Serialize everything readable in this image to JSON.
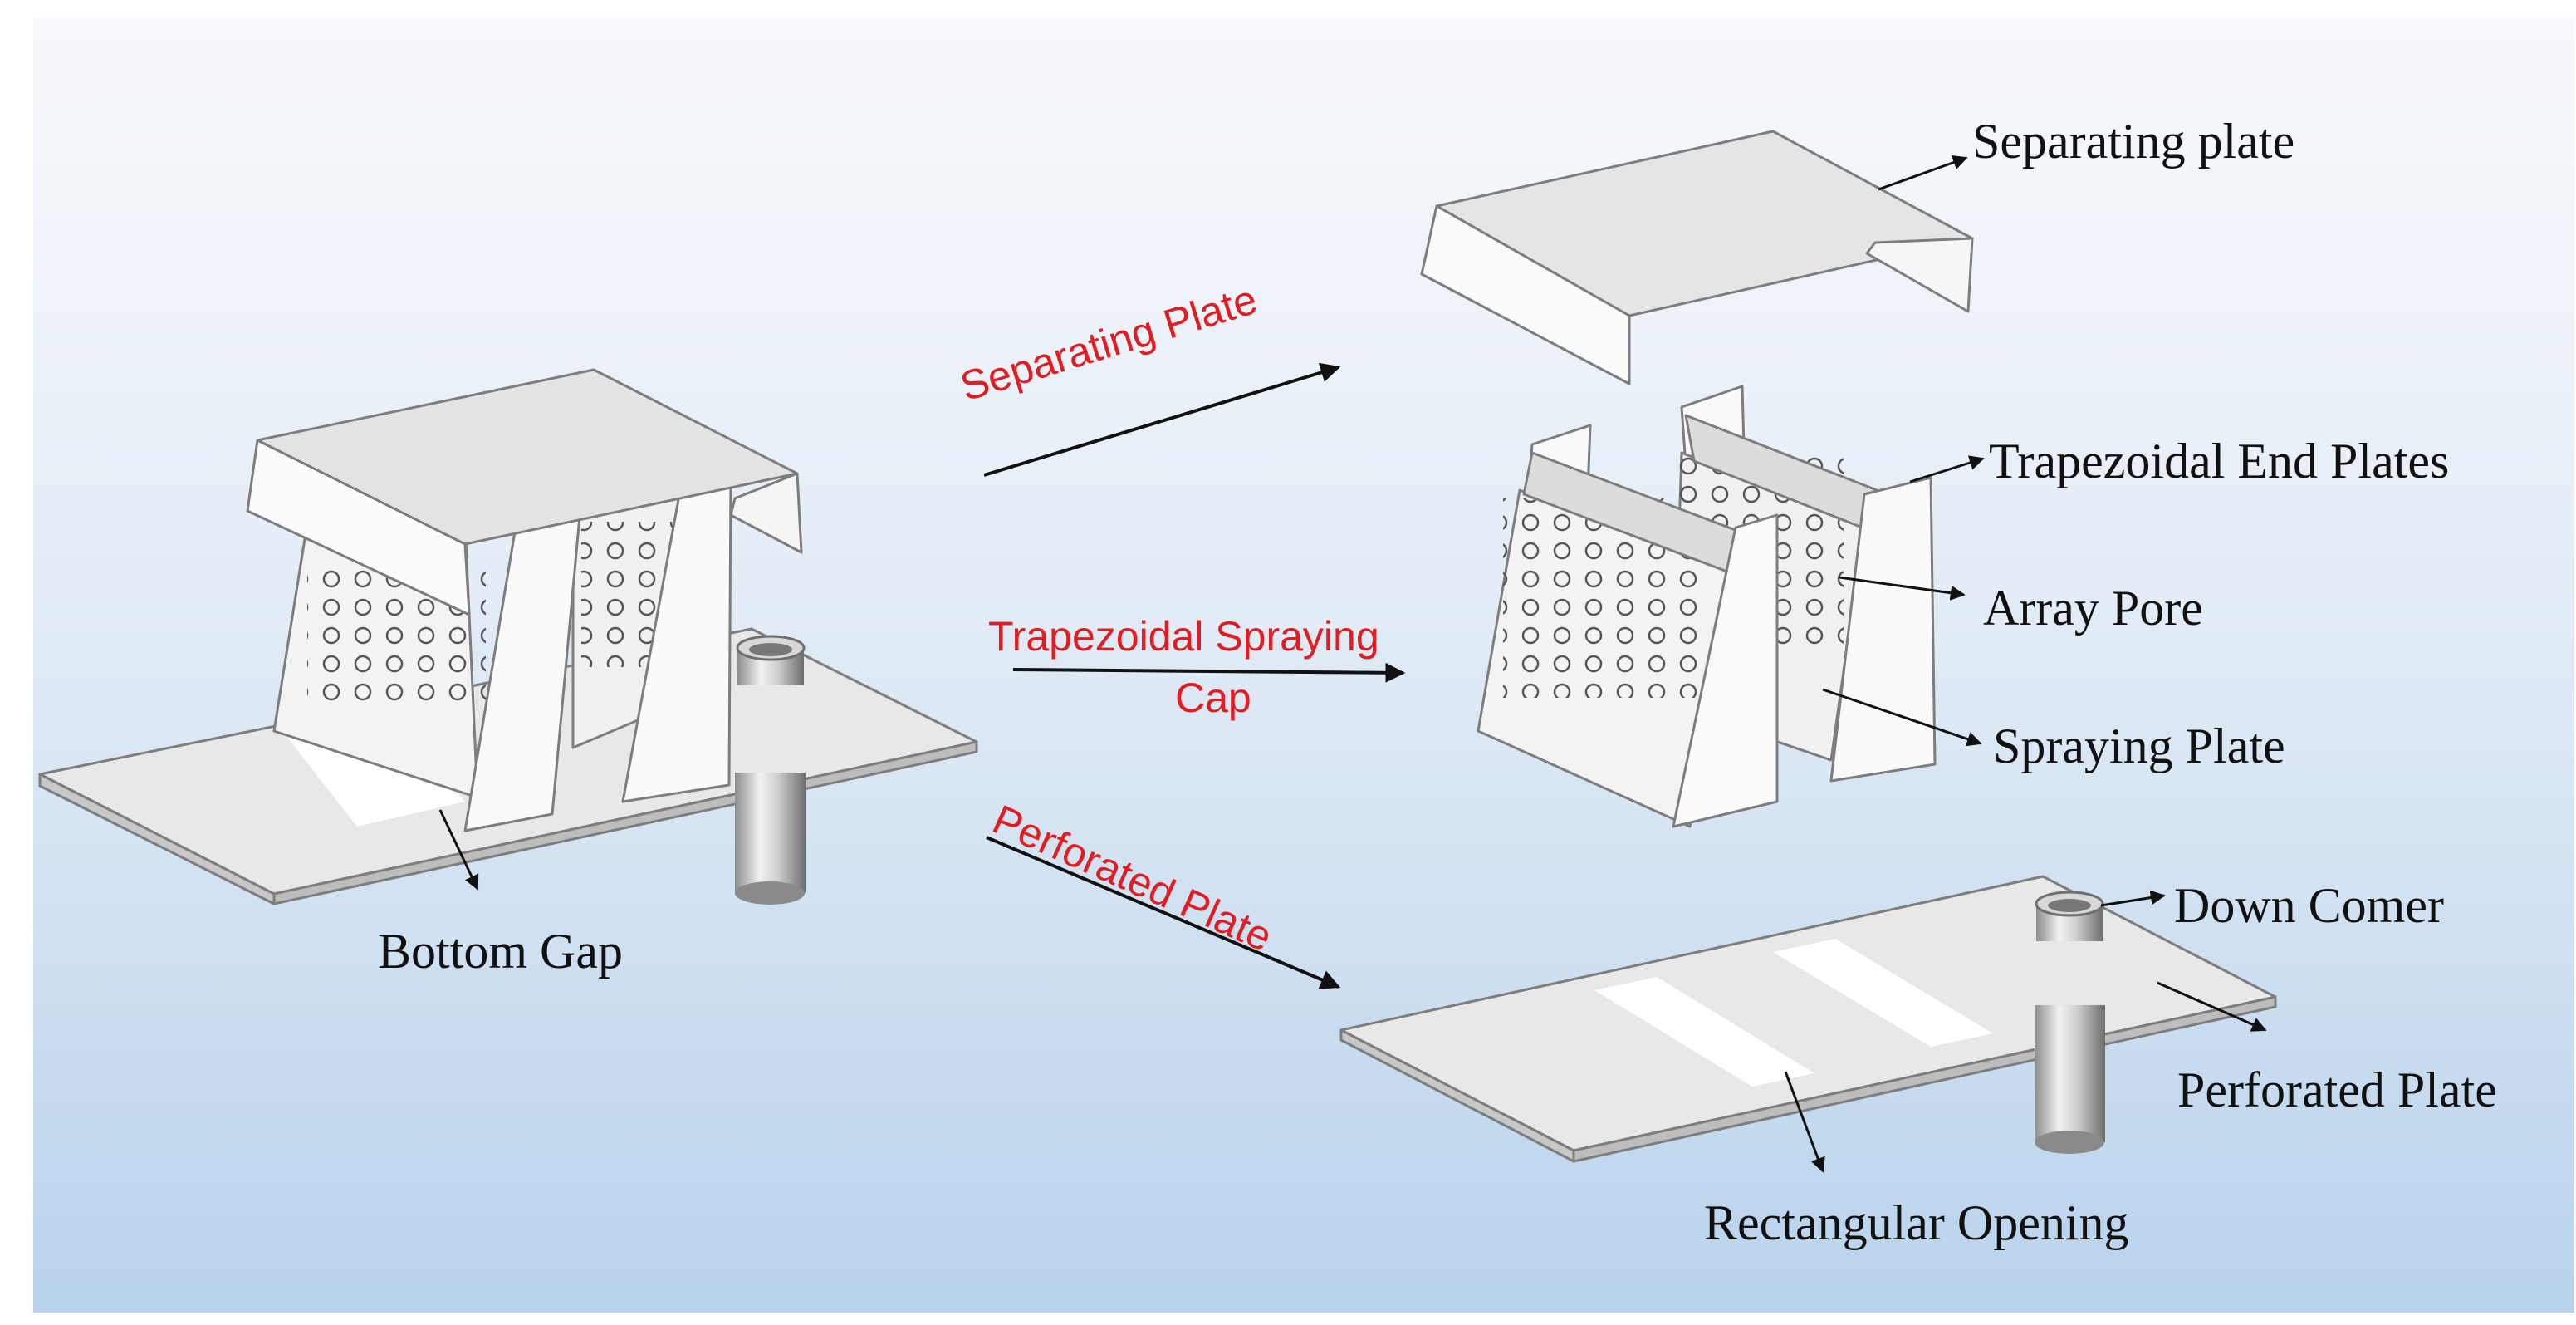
{
  "labels": {
    "separating_plate": "Separating plate",
    "trapezoidal_end_plates": "Trapezoidal End Plates",
    "array_pore": "Array Pore",
    "spraying_plate": "Spraying Plate",
    "down_comer": "Down Comer",
    "perforated_plate": "Perforated Plate",
    "rectangular_opening": "Rectangular Opening",
    "bottom_gap": "Bottom Gap"
  },
  "arrow_labels": {
    "separating_plate": "Separating Plate",
    "trapezoidal_spraying_cap_line1": "Trapezoidal Spraying",
    "trapezoidal_spraying_cap_line2": "Cap",
    "perforated_plate": "Perforated Plate"
  },
  "colors": {
    "background_top": "#f7f8fb",
    "background_bottom": "#b9d3ec",
    "plate_face": "#e6e6e6",
    "plate_light": "#f7f7f7",
    "plate_edge": "#7d7d7d",
    "label_red": "#e01d22",
    "label_black": "#111111"
  }
}
